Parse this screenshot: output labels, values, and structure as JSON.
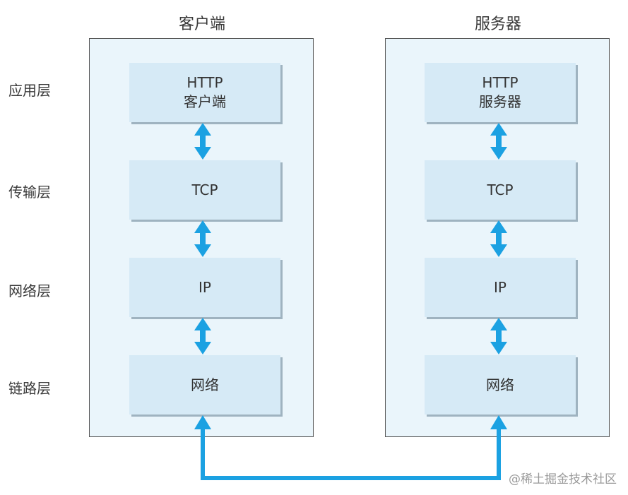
{
  "layers": [
    "应用层",
    "传输层",
    "网络层",
    "链路层"
  ],
  "client": {
    "title": "客户端",
    "stack": [
      {
        "line1": "HTTP",
        "line2": "客户端"
      },
      {
        "line1": "TCP",
        "line2": ""
      },
      {
        "line1": "IP",
        "line2": ""
      },
      {
        "line1": "网络",
        "line2": ""
      }
    ]
  },
  "server": {
    "title": "服务器",
    "stack": [
      {
        "line1": "HTTP",
        "line2": "服务器"
      },
      {
        "line1": "TCP",
        "line2": ""
      },
      {
        "line1": "IP",
        "line2": ""
      },
      {
        "line1": "网络",
        "line2": ""
      }
    ]
  },
  "colors": {
    "arrow": "#1ba1e2",
    "panel": "#eaf5fb",
    "box": "#d6eaf6"
  },
  "watermark": "@稀土掘金技术社区"
}
